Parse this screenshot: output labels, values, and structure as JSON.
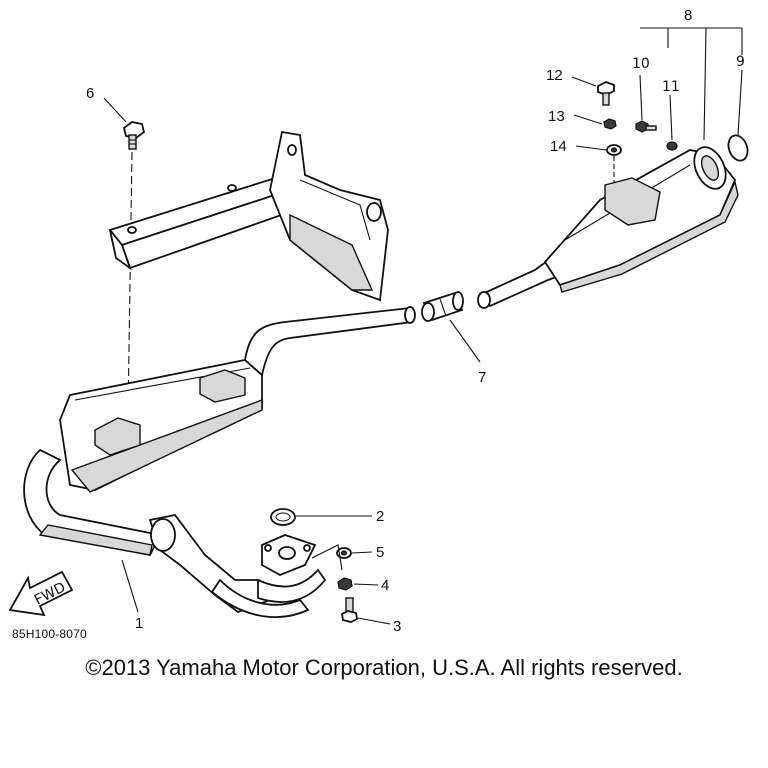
{
  "callouts": {
    "c1": "1",
    "c2": "2",
    "c3": "3",
    "c4": "4",
    "c5": "5",
    "c6": "6",
    "c7": "7",
    "c8": "8",
    "c9": "9",
    "c10": "10",
    "c11": "11",
    "c12": "12",
    "c13": "13",
    "c14": "14"
  },
  "arrow_label": "FWD",
  "part_code": "85H100-8070",
  "copyright": "©2013 Yamaha Motor Corporation, U.S.A. All rights reserved."
}
